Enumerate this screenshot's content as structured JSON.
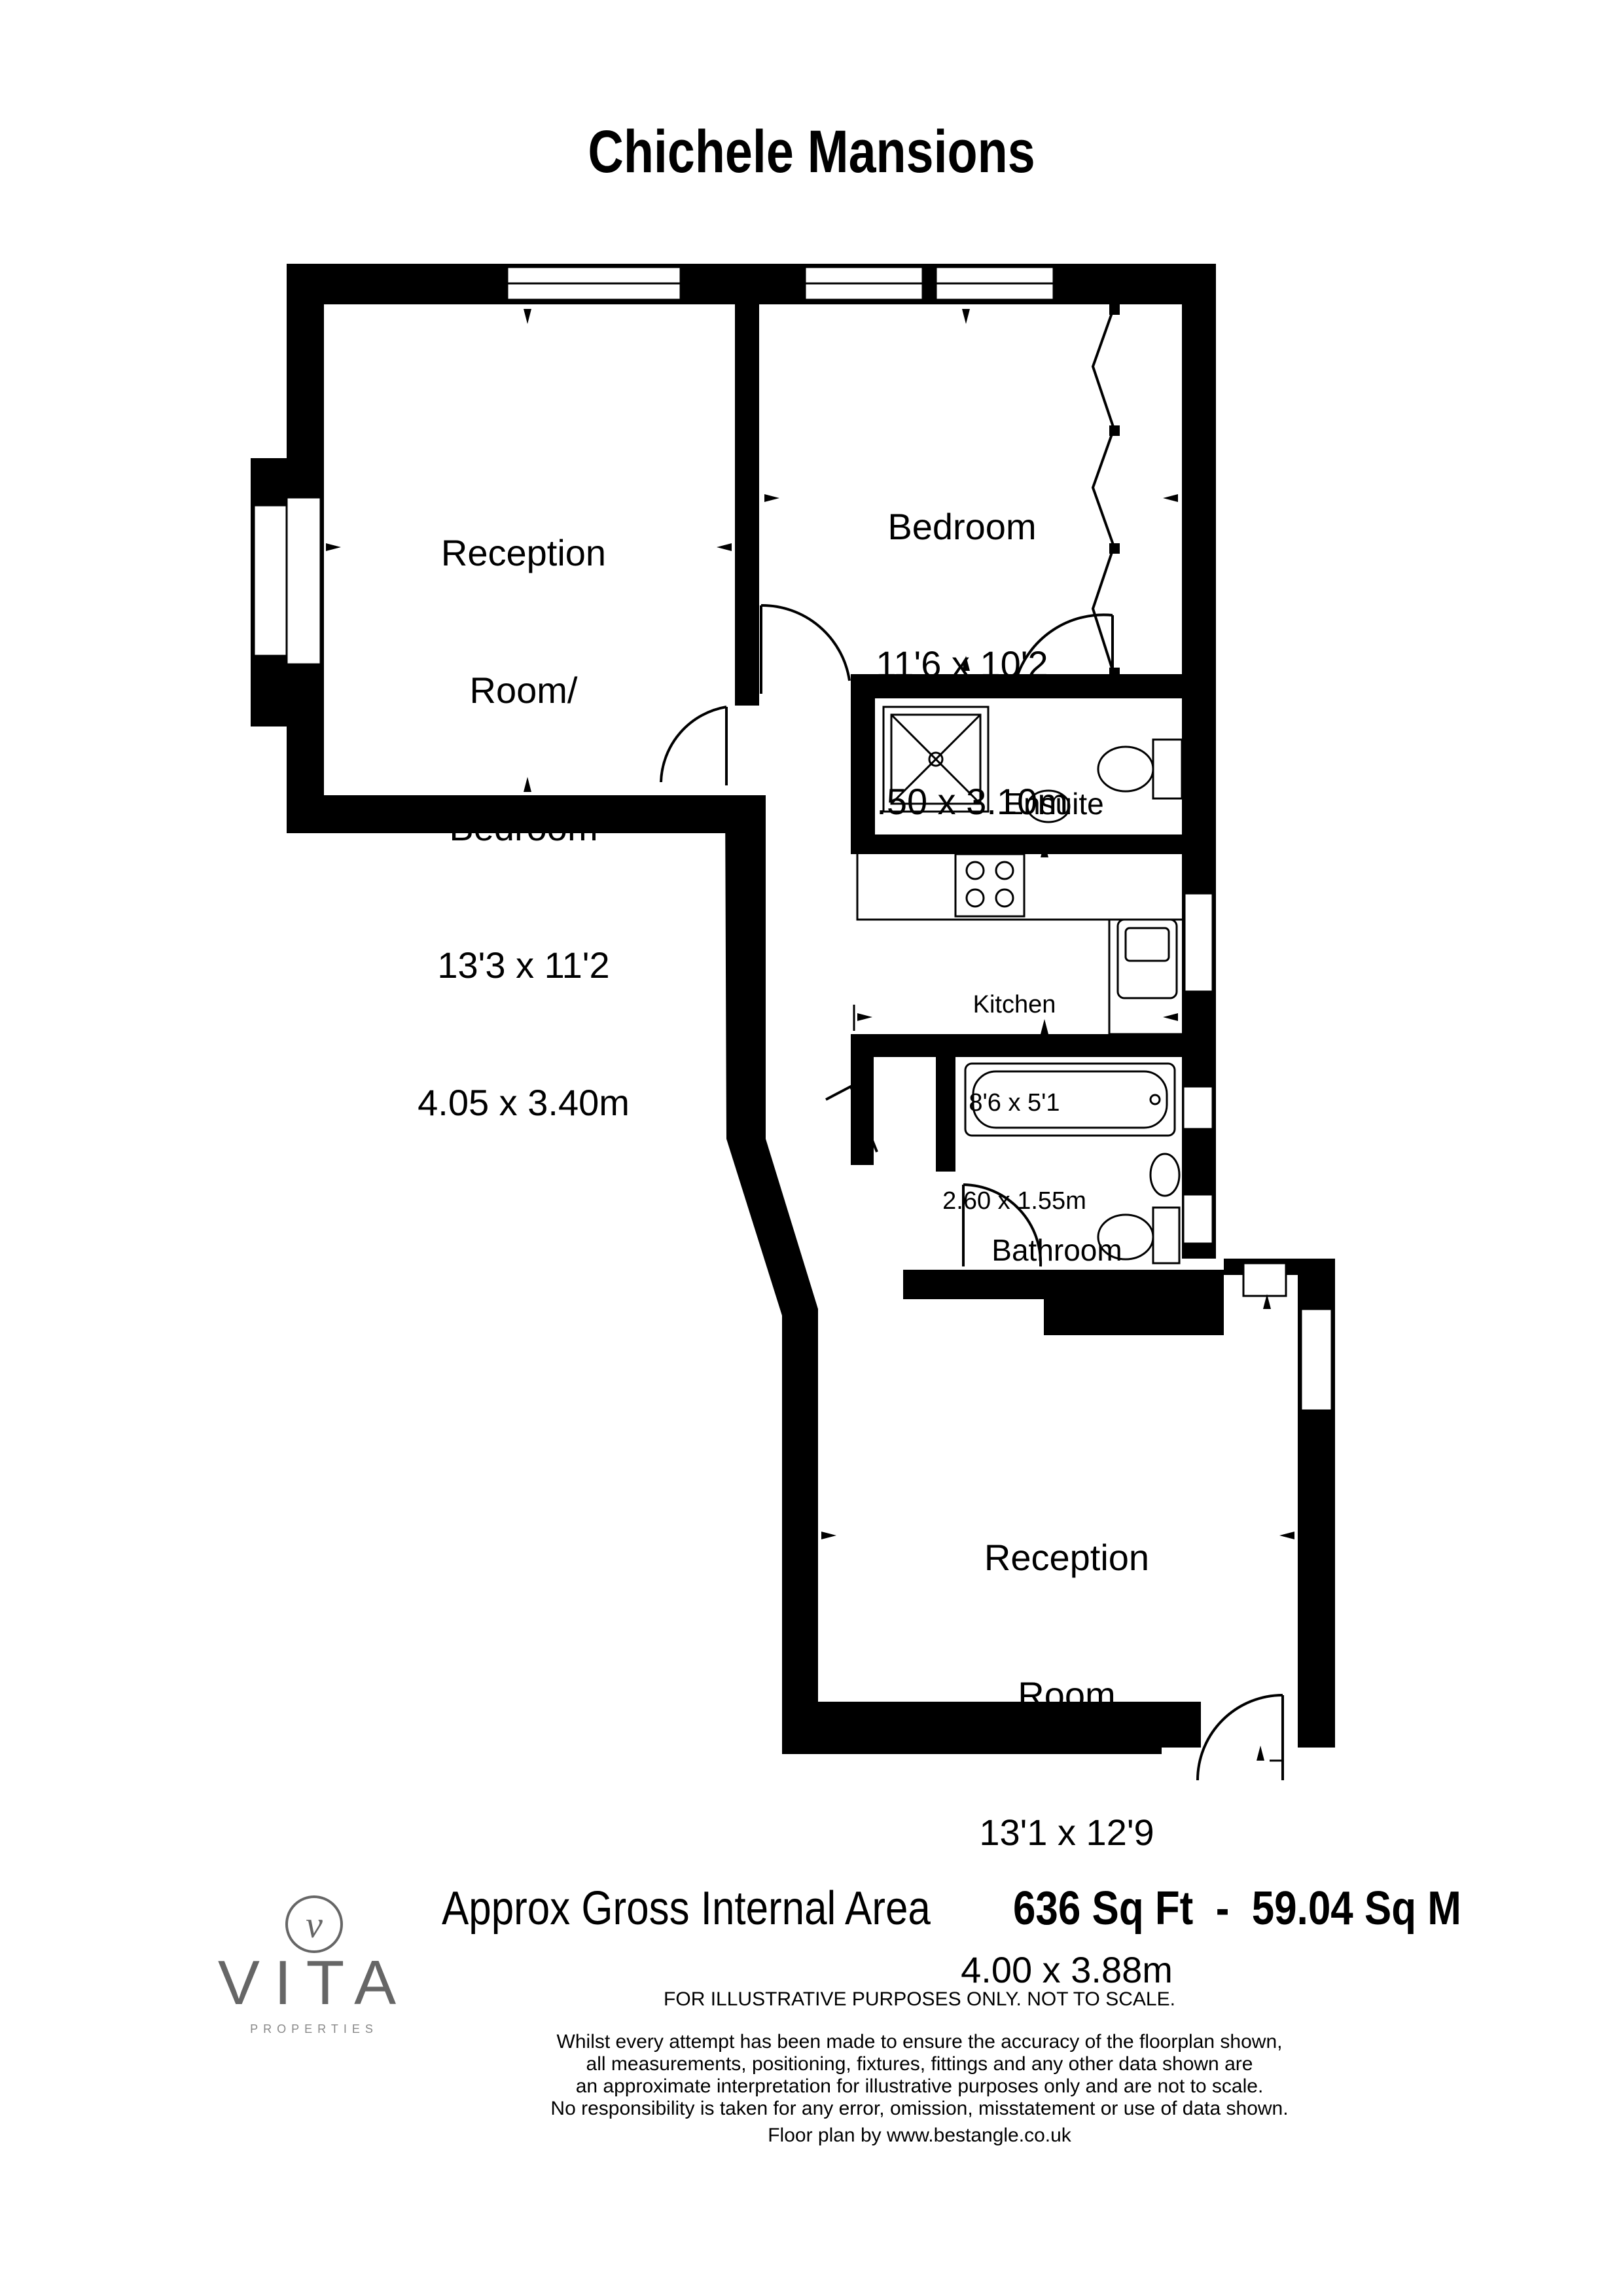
{
  "title": "Chichele Mansions",
  "rooms": {
    "reception_bedroom": {
      "line1": "Reception",
      "line2": "Room/",
      "line3": "Bedroom",
      "imperial": "13'3 x 11'2",
      "metric": "4.05 x 3.40m"
    },
    "bedroom": {
      "name": "Bedroom",
      "imperial": "11'6 x 10'2",
      "metric": "3.50 x 3.10m"
    },
    "ensuite": {
      "name": "Ensuite"
    },
    "kitchen": {
      "name": "Kitchen",
      "imperial": "8'6 x 5'1",
      "metric": "2.60 x 1.55m"
    },
    "bathroom": {
      "name": "Bathroom"
    },
    "reception": {
      "line1": "Reception",
      "line2": "Room",
      "imperial": "13'1 x 12'9",
      "metric": "4.00 x 3.88m"
    }
  },
  "area": {
    "label": "Approx Gross Internal Area",
    "sq_ft": "636 Sq Ft",
    "separator": "-",
    "sq_m": "59.04 Sq M"
  },
  "disclaimer": {
    "headline": "FOR ILLUSTRATIVE PURPOSES ONLY. NOT TO SCALE.",
    "lines": [
      "Whilst every attempt has been made to ensure the accuracy of the floorplan shown,",
      "all measurements, positioning, fixtures, fittings and any other data shown are",
      "an approximate interpretation for illustrative purposes only and are not to scale.",
      "No responsibility is taken for any error, omission, misstatement or use of data shown."
    ],
    "credit": "Floor plan by www.bestangle.co.uk"
  },
  "logo": {
    "monogram": "v",
    "word": "VITA",
    "sub": "PROPERTIES"
  },
  "colors": {
    "wall": "#000000",
    "background": "#ffffff",
    "logo_grey": "#666666"
  }
}
